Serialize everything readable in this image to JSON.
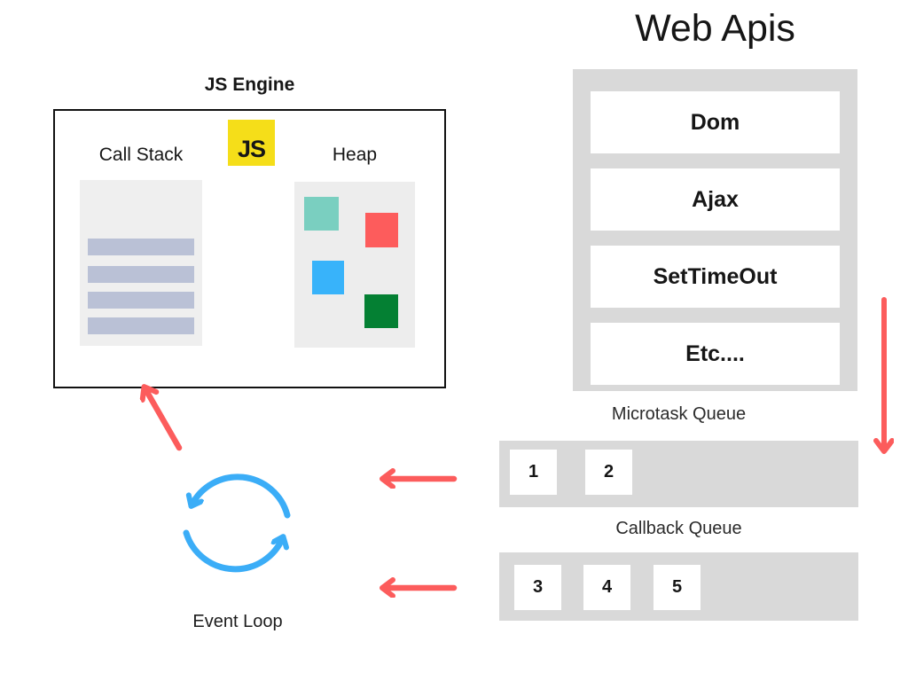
{
  "js_engine": {
    "title": "JS Engine",
    "call_stack_label": "Call Stack",
    "heap_label": "Heap",
    "logo_text": "JS",
    "stack_bar_count": 4,
    "heap_block_colors": [
      "#7acfc0",
      "#fd5c5c",
      "#38b3fa",
      "#048033"
    ]
  },
  "web_apis": {
    "title": "Web Apis",
    "items": [
      "Dom",
      "Ajax",
      "SetTimeOut",
      "Etc...."
    ]
  },
  "microtask_queue": {
    "label": "Microtask Queue",
    "items": [
      "1",
      "2"
    ]
  },
  "callback_queue": {
    "label": "Callback Queue",
    "items": [
      "3",
      "4",
      "5"
    ]
  },
  "event_loop": {
    "label": "Event Loop"
  },
  "colors": {
    "arrow_red": "#fc5c5c",
    "event_loop_blue": "#3badf7",
    "container_gray": "#d9d9d9",
    "panel_gray": "#efefef",
    "stack_bar": "#bac1d6",
    "js_logo_yellow": "#f5de19",
    "text": "#161616"
  }
}
